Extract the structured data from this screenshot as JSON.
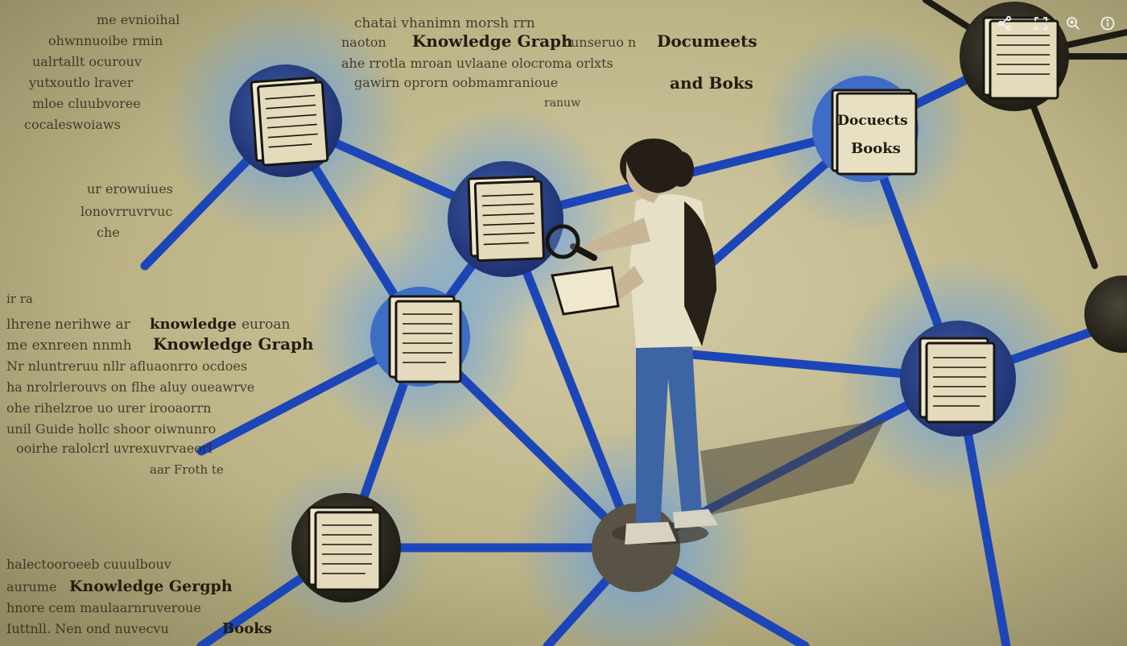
{
  "image": {
    "subject": "woman-with-magnifying-glass-on-knowledge-graph",
    "palette": {
      "parchment": "#c9bf96",
      "edge_blue": "#1c46b8",
      "glow_blue": "#6aa2e0",
      "node_dark": "#2c3b62",
      "ink": "#231d12"
    }
  },
  "captions": {
    "top_heading": "Knowledge Graph",
    "top_suffix": "Documeets",
    "top_tail": "and Boks",
    "mid_left_heading": "Knowledge Graph",
    "mid_left_prefix": "lhrene",
    "mid_left_word": "knowledge",
    "bottom_left_heading": "Knowledge Gergph",
    "bottom_left_tail": "Books",
    "node_label_line1": "Docuects",
    "node_label_line2": "Books"
  },
  "overlay": {
    "icons": [
      "share-icon",
      "fullscreen-icon",
      "zoom-in-icon",
      "info-icon"
    ]
  }
}
